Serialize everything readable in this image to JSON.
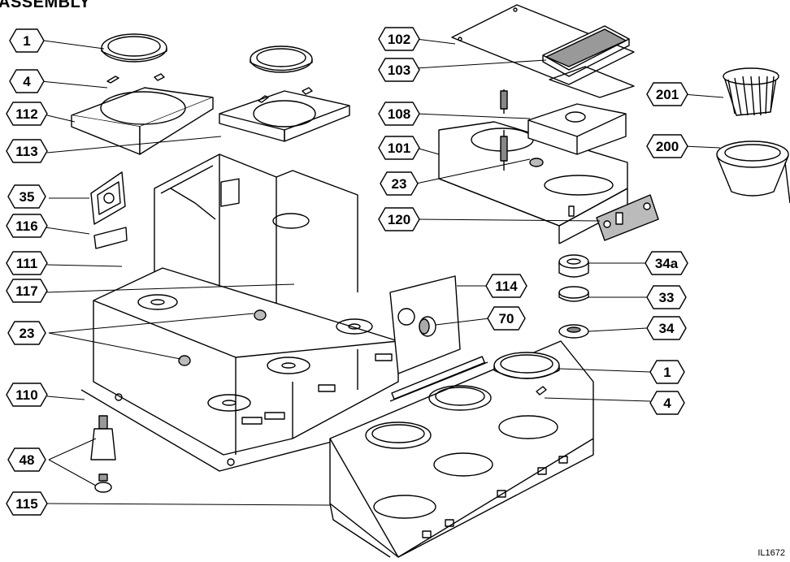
{
  "title": "ASSEMBLY",
  "drawing_code": "IL1672",
  "callouts": {
    "c1a": "1",
    "c4a": "4",
    "c112": "112",
    "c113": "113",
    "c35": "35",
    "c116": "116",
    "c111": "111",
    "c117": "117",
    "c23a": "23",
    "c110": "110",
    "c48": "48",
    "c115": "115",
    "c102": "102",
    "c103": "103",
    "c108": "108",
    "c101": "101",
    "c23b": "23",
    "c120": "120",
    "c201": "201",
    "c200": "200",
    "c34a": "34a",
    "c33": "33",
    "c34": "34",
    "c114": "114",
    "c70": "70",
    "c1b": "1",
    "c4b": "4"
  }
}
